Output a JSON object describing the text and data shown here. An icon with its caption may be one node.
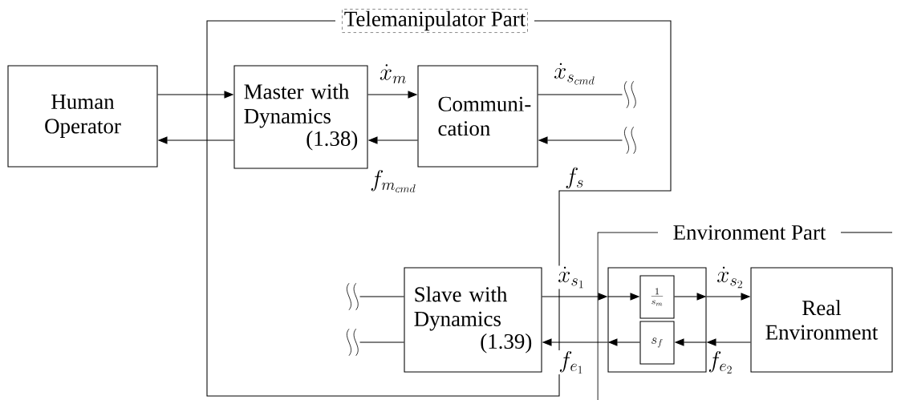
{
  "diagram": {
    "nodes": [
      {
        "text": [
          "Human Operator"
        ]
      },
      {
        "text": [
          "Master with Dynamics",
          "(1.38)"
        ]
      },
      {
        "text": [
          "Communi- cation"
        ]
      },
      {
        "text": [
          "Slave with Dynamics",
          "(1.39)"
        ]
      },
      {
        "text": [],
        "shape": "box"
      },
      {
        "text": [
          "\\frac{1}{s_m}"
        ],
        "in": 4
      },
      {
        "text": [
          "s_f"
        ],
        "in": 4
      },
      {
        "text": [
          "Real Environment"
        ]
      },
      {
        "text": [],
        "shape": "break"
      },
      {
        "text": [],
        "shape": "break"
      },
      {
        "text": [],
        "shape": "break"
      },
      {
        "text": [],
        "shape": "break"
      }
    ],
    "edges": [
      {
        "from": 0,
        "to": 1,
        "arrow": "to"
      },
      {
        "from": 1,
        "to": 0,
        "arrow": "to"
      },
      {
        "from": 1,
        "to": 2,
        "arrow": "to",
        "label": "\\dot{x}_m"
      },
      {
        "from": 2,
        "to": 1,
        "arrow": "to",
        "label": "f_{m_{cmd}}"
      },
      {
        "from": 2,
        "to": 8,
        "arrow": "none",
        "label": "\\dot{x}_{s_{cmd}}"
      },
      {
        "from": 9,
        "to": 2,
        "arrow": "to",
        "label": "f_s"
      },
      {
        "from": 10,
        "to": 3,
        "arrow": "none"
      },
      {
        "from": 11,
        "to": 3,
        "arrow": "none"
      },
      {
        "from": 3,
        "to": 4,
        "arrow": "to",
        "label": "\\dot{x}_{s_1}"
      },
      {
        "from": 4,
        "to": 5,
        "arrow": "to"
      },
      {
        "from": 5,
        "to": 4,
        "arrow": "to"
      },
      {
        "from": 4,
        "to": 7,
        "arrow": "to",
        "label": "\\dot{x}_{s_2}"
      },
      {
        "from": 7,
        "to": 4,
        "arrow": "to",
        "label": "f_{e_2}"
      },
      {
        "from": 4,
        "to": 6,
        "arrow": "to"
      },
      {
        "from": 6,
        "to": 4,
        "arrow": "to"
      },
      {
        "from": 4,
        "to": 3,
        "arrow": "to",
        "label": "f_{e_1}"
      }
    ],
    "labels": [
      "Telemanipulator Part",
      "Environment Part"
    ]
  }
}
